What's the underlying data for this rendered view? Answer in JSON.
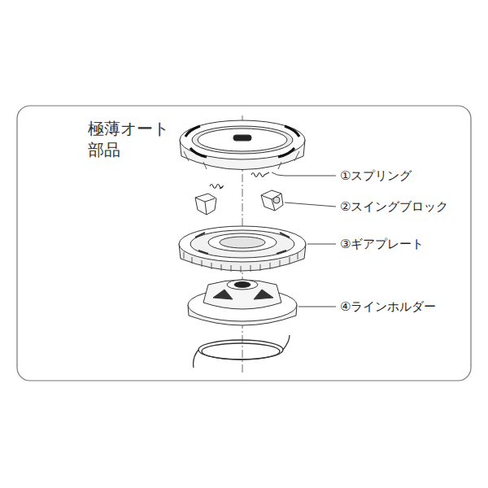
{
  "diagram": {
    "title": "極薄オート 部品",
    "labels": [
      "①スプリング",
      "②スイングブロック",
      "③ギアプレート",
      "④ラインホルダー"
    ]
  }
}
